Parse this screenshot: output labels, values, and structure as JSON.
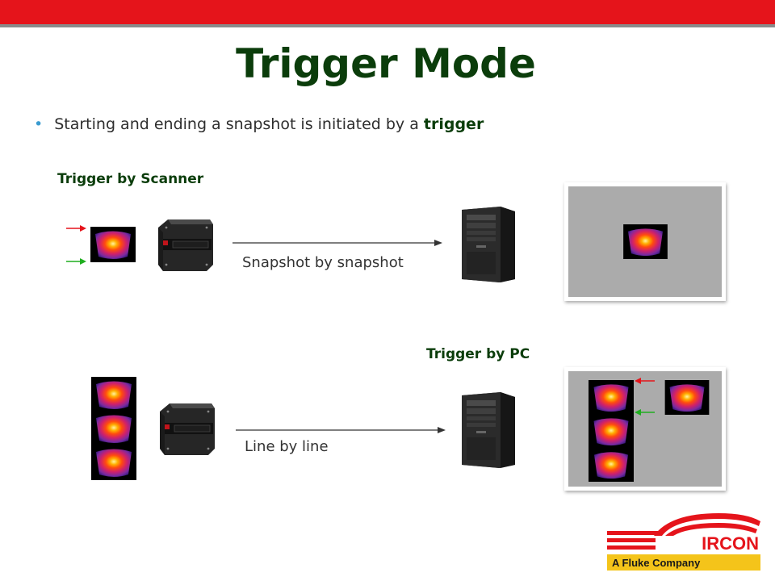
{
  "slide": {
    "title": "Trigger Mode",
    "bullet": {
      "text_before": "Starting and ending a snapshot is initiated by a ",
      "text_bold": "trigger"
    }
  },
  "scanner_section": {
    "heading": "Trigger by Scanner",
    "transfer_label": "Snapshot by snapshot"
  },
  "pc_section": {
    "heading": "Trigger by PC",
    "transfer_label": "Line by line"
  },
  "logo": {
    "brand": "IRCON",
    "tagline": "A Fluke Company"
  },
  "colors": {
    "top_bar": "#e5141b",
    "title_green": "#0b3d0b",
    "start_arrow": "#e5141b",
    "stop_arrow": "#1fae1f",
    "screen_gray": "#ababab",
    "logo_red": "#e5141b",
    "logo_yellow": "#f4c41a"
  },
  "icons": {
    "scanner": "scanner-device-icon",
    "computer": "desktop-pc-icon",
    "thermal_image": "thermal-image-icon"
  }
}
